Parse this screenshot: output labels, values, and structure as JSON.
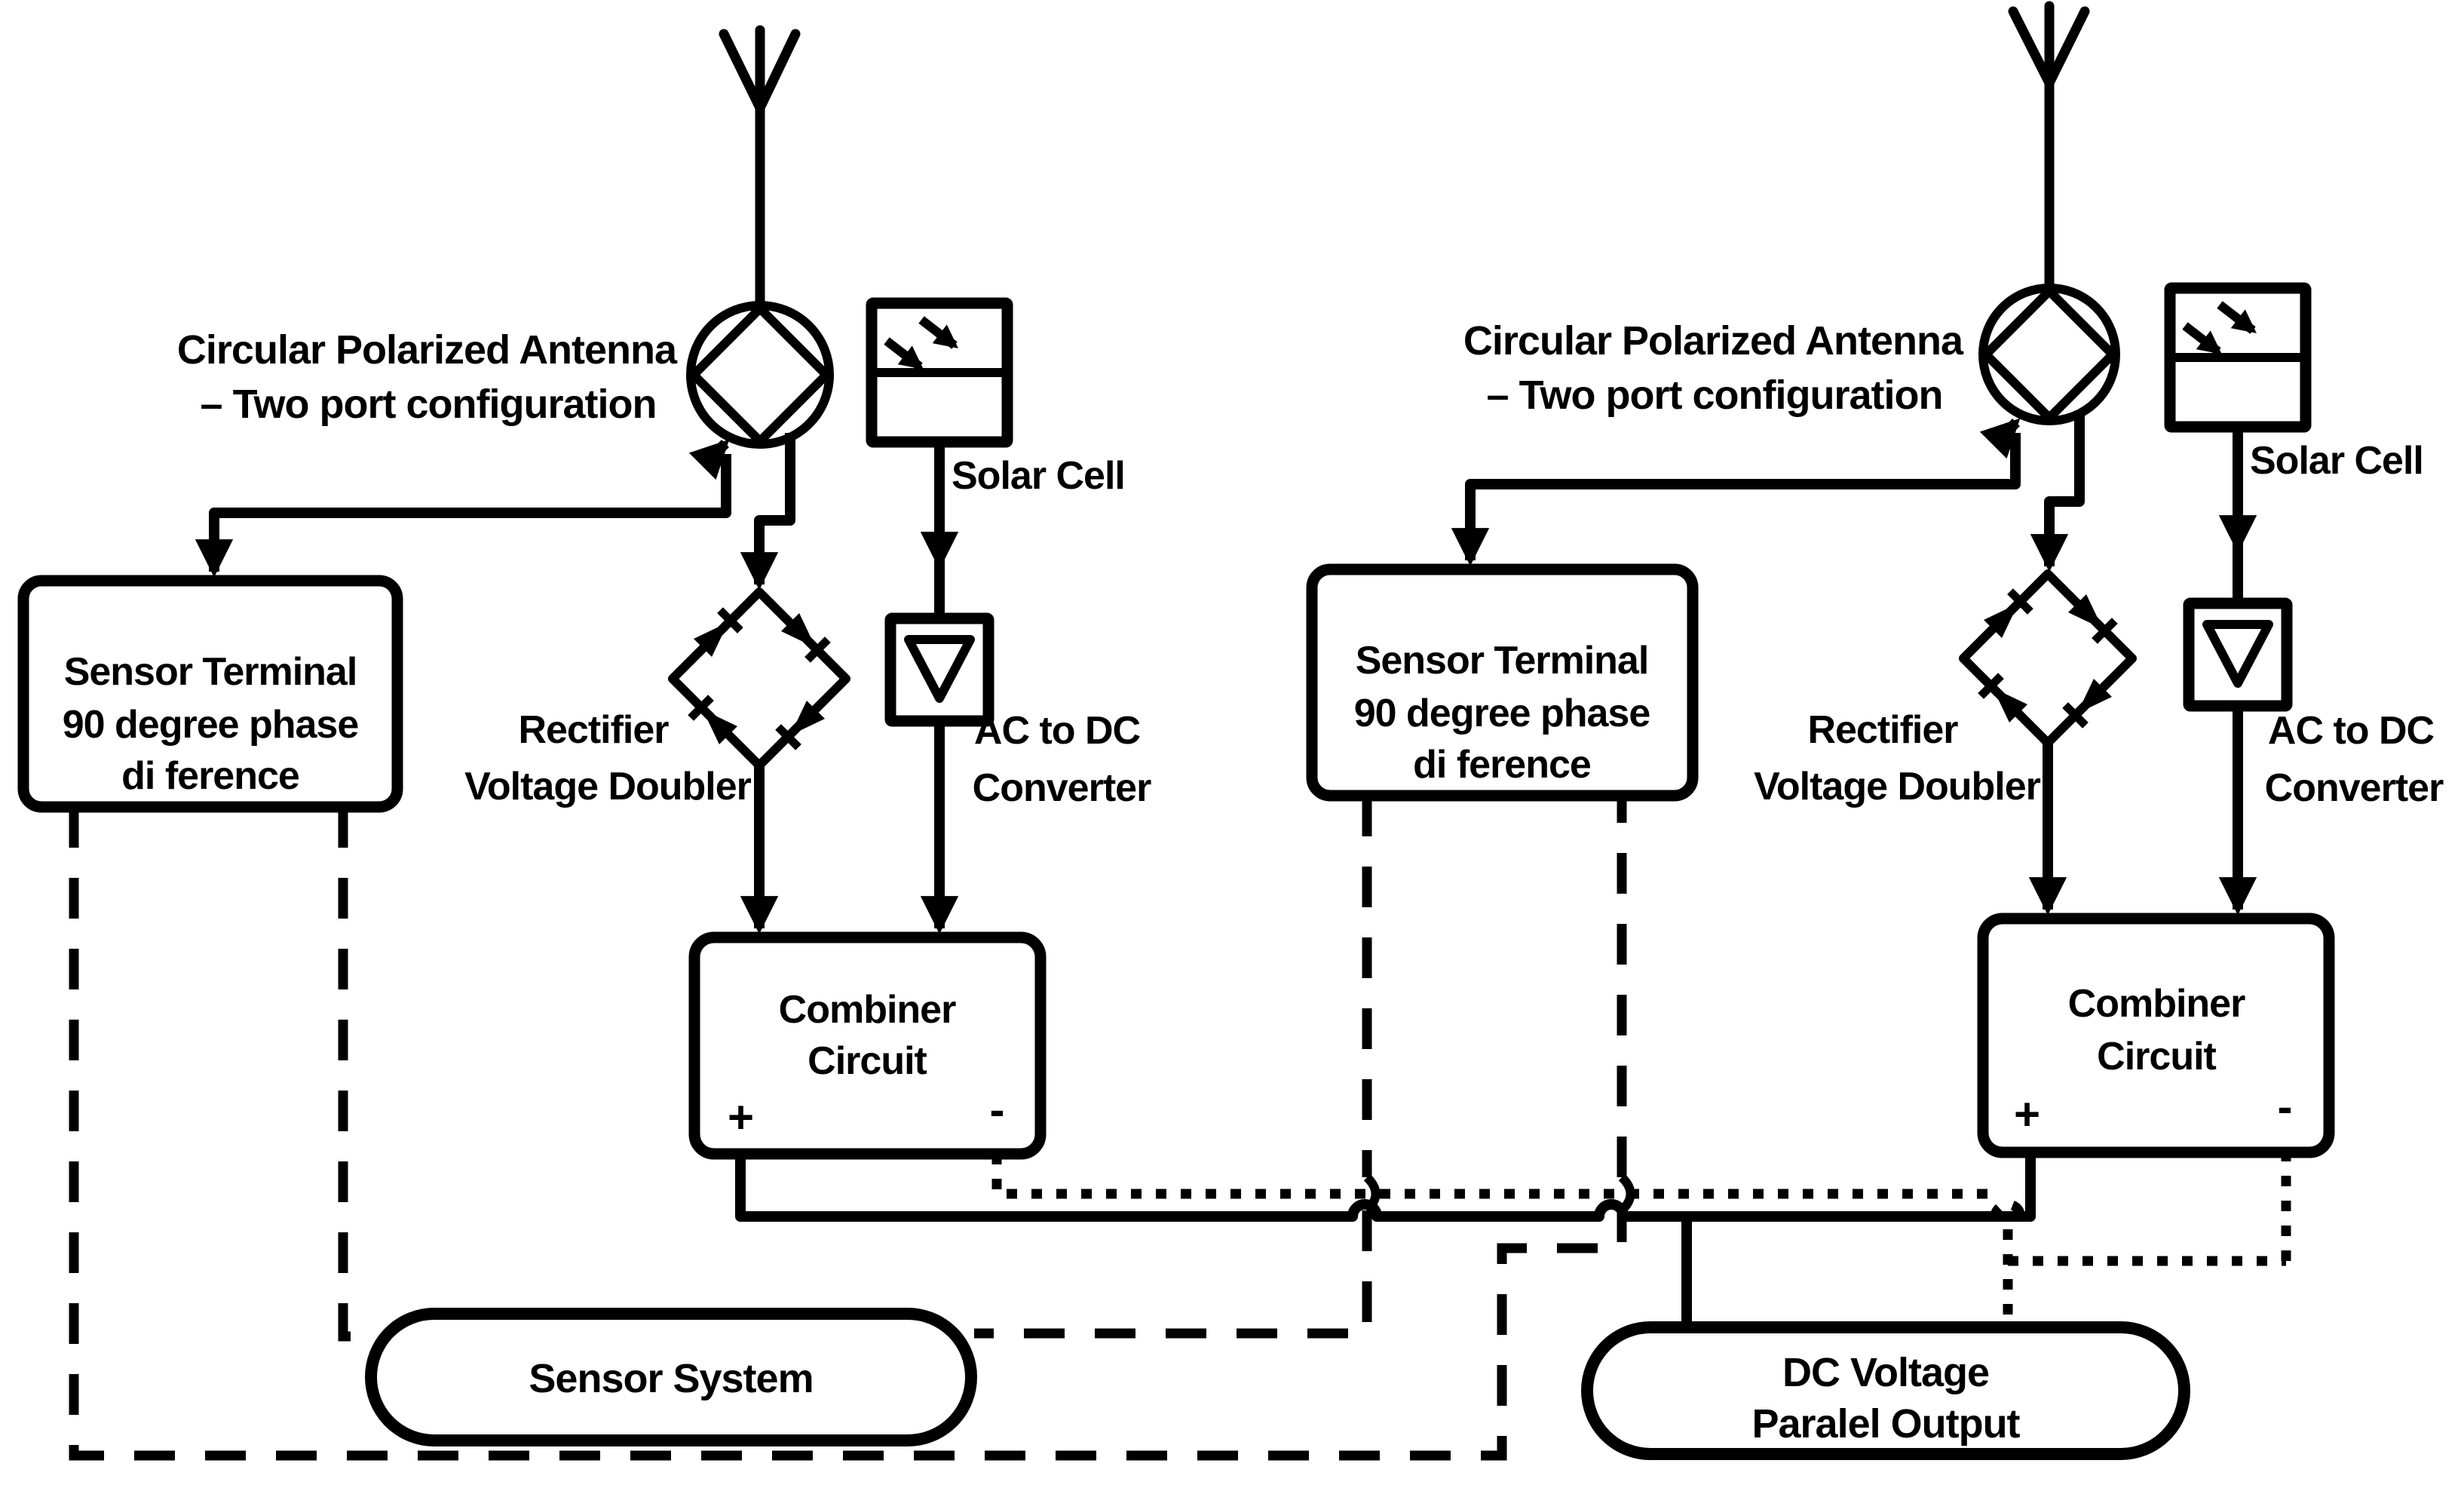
{
  "labels": {
    "antenna_title_line1": "Circular Polarized Antenna",
    "antenna_title_line2": "– Two port configuration",
    "solar_cell": "Solar Cell",
    "rectifier_line1": "Rectifier",
    "rectifier_line2": "Voltage Doubler",
    "ac_dc_line1": "AC to DC",
    "ac_dc_line2": "Converter",
    "sensor_terminal_line1": "Sensor Terminal",
    "sensor_terminal_line2": "90 degree phase",
    "sensor_terminal_line3": "di ference",
    "combiner_line1": "Combiner",
    "combiner_line2": "Circuit",
    "plus_terminal": "+",
    "minus_terminal": "-",
    "sensor_system": "Sensor System",
    "dc_output_line1": "DC Voltage",
    "dc_output_line2": "Paralel Output"
  },
  "colors": {
    "background": "#ffffff",
    "ink": "#000000"
  }
}
